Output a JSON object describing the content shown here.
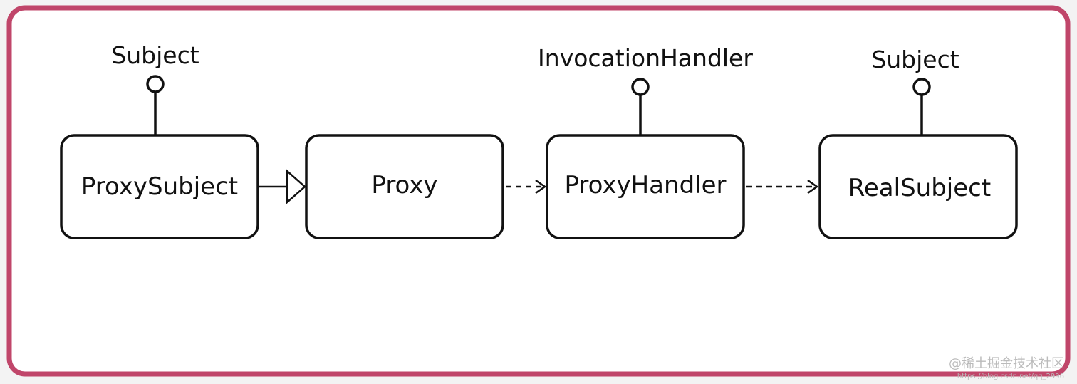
{
  "frame": {
    "border_color": "#c0466a",
    "background": "#ffffff"
  },
  "nodes": [
    {
      "id": "proxy-subject",
      "label": "ProxySubject",
      "interface": "Subject"
    },
    {
      "id": "proxy",
      "label": "Proxy",
      "interface": ""
    },
    {
      "id": "proxy-handler",
      "label": "ProxyHandler",
      "interface": "InvocationHandler"
    },
    {
      "id": "real-subject",
      "label": "RealSubject",
      "interface": "Subject"
    }
  ],
  "edges": [
    {
      "from": "proxy-subject",
      "to": "proxy",
      "style": "solid",
      "head": "hollow-triangle"
    },
    {
      "from": "proxy",
      "to": "proxy-handler",
      "style": "dashed",
      "head": "open-arrow"
    },
    {
      "from": "proxy-handler",
      "to": "real-subject",
      "style": "dashed",
      "head": "open-arrow"
    }
  ],
  "watermark": {
    "text": "@稀土掘金技术社区",
    "url": "https://blog.csdn.net/qq_2996"
  }
}
